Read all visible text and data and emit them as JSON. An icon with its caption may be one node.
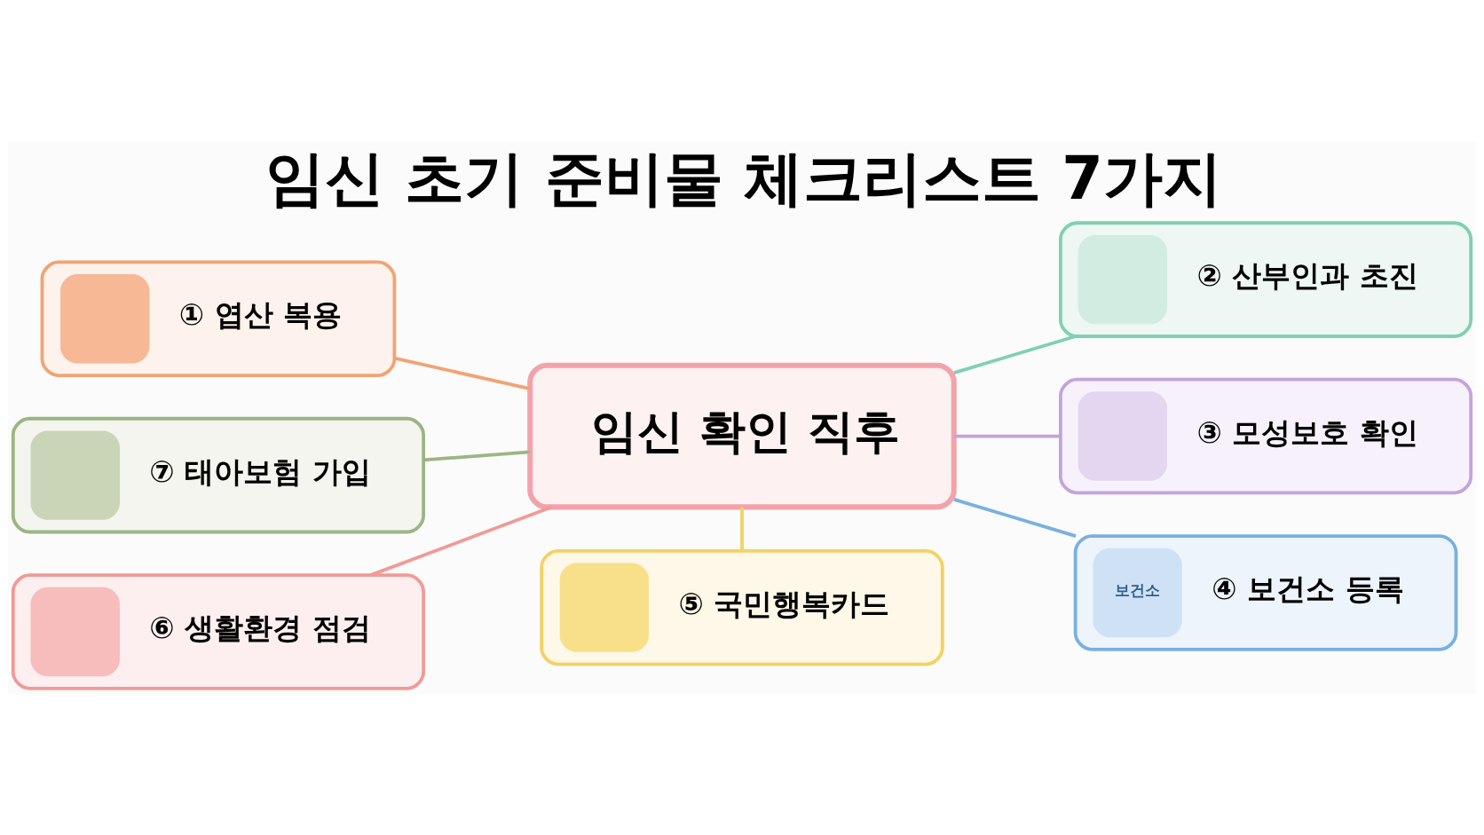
{
  "diagram": {
    "title": "임신 초기 준비물 체크리스트 7가지",
    "nodes": [
      {
        "text": [
          "① 엽산 복용"
        ]
      },
      {
        "text": [
          "② 산부인과 초진"
        ]
      },
      {
        "text": [
          "⑦ 태아보험 가입"
        ]
      },
      {
        "text": [
          "임신 확인 직후"
        ]
      },
      {
        "text": [
          "③ 모성보호 확인"
        ]
      },
      {
        "text": [
          "⑥ 생활환경 점검"
        ]
      },
      {
        "text": [
          "보건소",
          "④ 보건소 등록"
        ]
      },
      {
        "text": [
          "⑤ 국민행복카드"
        ]
      }
    ],
    "edges": [
      {
        "from": 3,
        "to": 0,
        "arrow": "none",
        "color": "#f2a373"
      },
      {
        "from": 3,
        "to": 1,
        "arrow": "none",
        "color": "#7fd0b2"
      },
      {
        "from": 3,
        "to": 4,
        "arrow": "none",
        "color": "#c5a3dd"
      },
      {
        "from": 3,
        "to": 6,
        "arrow": "none",
        "color": "#79b0e0"
      },
      {
        "from": 3,
        "to": 7,
        "arrow": "none",
        "color": "#f3d163"
      },
      {
        "from": 3,
        "to": 5,
        "arrow": "none",
        "color": "#f29a96"
      },
      {
        "from": 3,
        "to": 2,
        "arrow": "none",
        "color": "#9db584"
      }
    ]
  }
}
